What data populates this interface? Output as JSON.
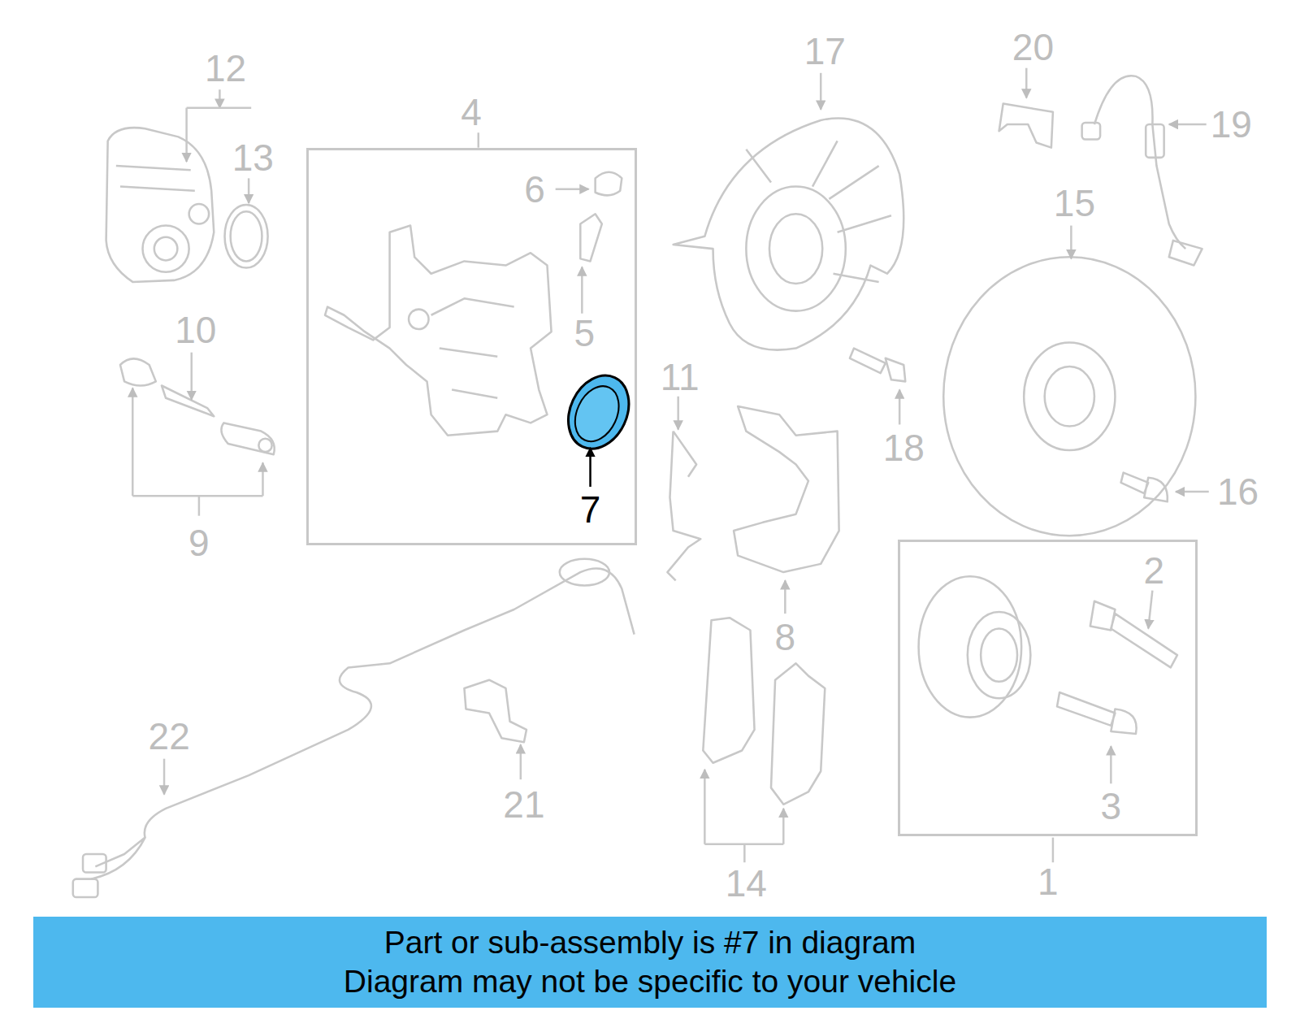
{
  "diagram": {
    "nodes": [
      {
        "text": [
          "4"
        ]
      },
      {
        "text": [
          "1"
        ]
      },
      {
        "text": [
          "Part or sub-assembly is #7 in diagram",
          "Diagram may not be specific to your vehicle"
        ]
      }
    ],
    "labels": [
      "12",
      "20",
      "17",
      "19",
      "13",
      "6",
      "15",
      "10",
      "5",
      "11",
      "18",
      "7",
      "16",
      "2",
      "9",
      "8",
      "22",
      "21",
      "3",
      "14"
    ]
  }
}
